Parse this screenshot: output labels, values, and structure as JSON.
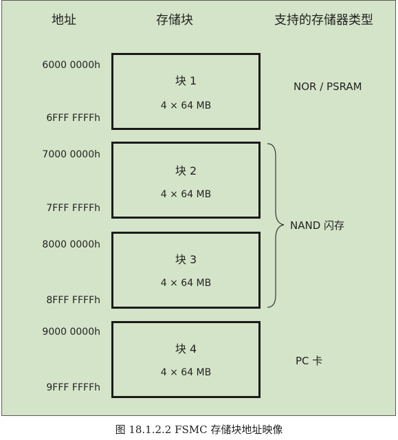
{
  "headers": {
    "address": "地址",
    "block": "存储块",
    "memory_type": "支持的存储器类型"
  },
  "blocks": [
    {
      "name": "块 1",
      "size": "4 × 64 MB",
      "start": "6000 0000h",
      "end": "6FFF FFFFh"
    },
    {
      "name": "块 2",
      "size": "4 × 64 MB",
      "start": "7000 0000h",
      "end": "7FFF FFFFh"
    },
    {
      "name": "块 3",
      "size": "4 × 64 MB",
      "start": "8000 0000h",
      "end": "8FFF FFFFh"
    },
    {
      "name": "块 4",
      "size": "4 × 64 MB",
      "start": "9000 0000h",
      "end": "9FFF FFFFh"
    }
  ],
  "memory_types": {
    "nor_psram": "NOR / PSRAM",
    "nand": "NAND 闪存",
    "pc_card": "PC 卡"
  },
  "caption": "图 18.1.2.2 FSMC 存储块地址映像",
  "colors": {
    "background": "#d4e4c8",
    "border": "#1a1a1a"
  }
}
